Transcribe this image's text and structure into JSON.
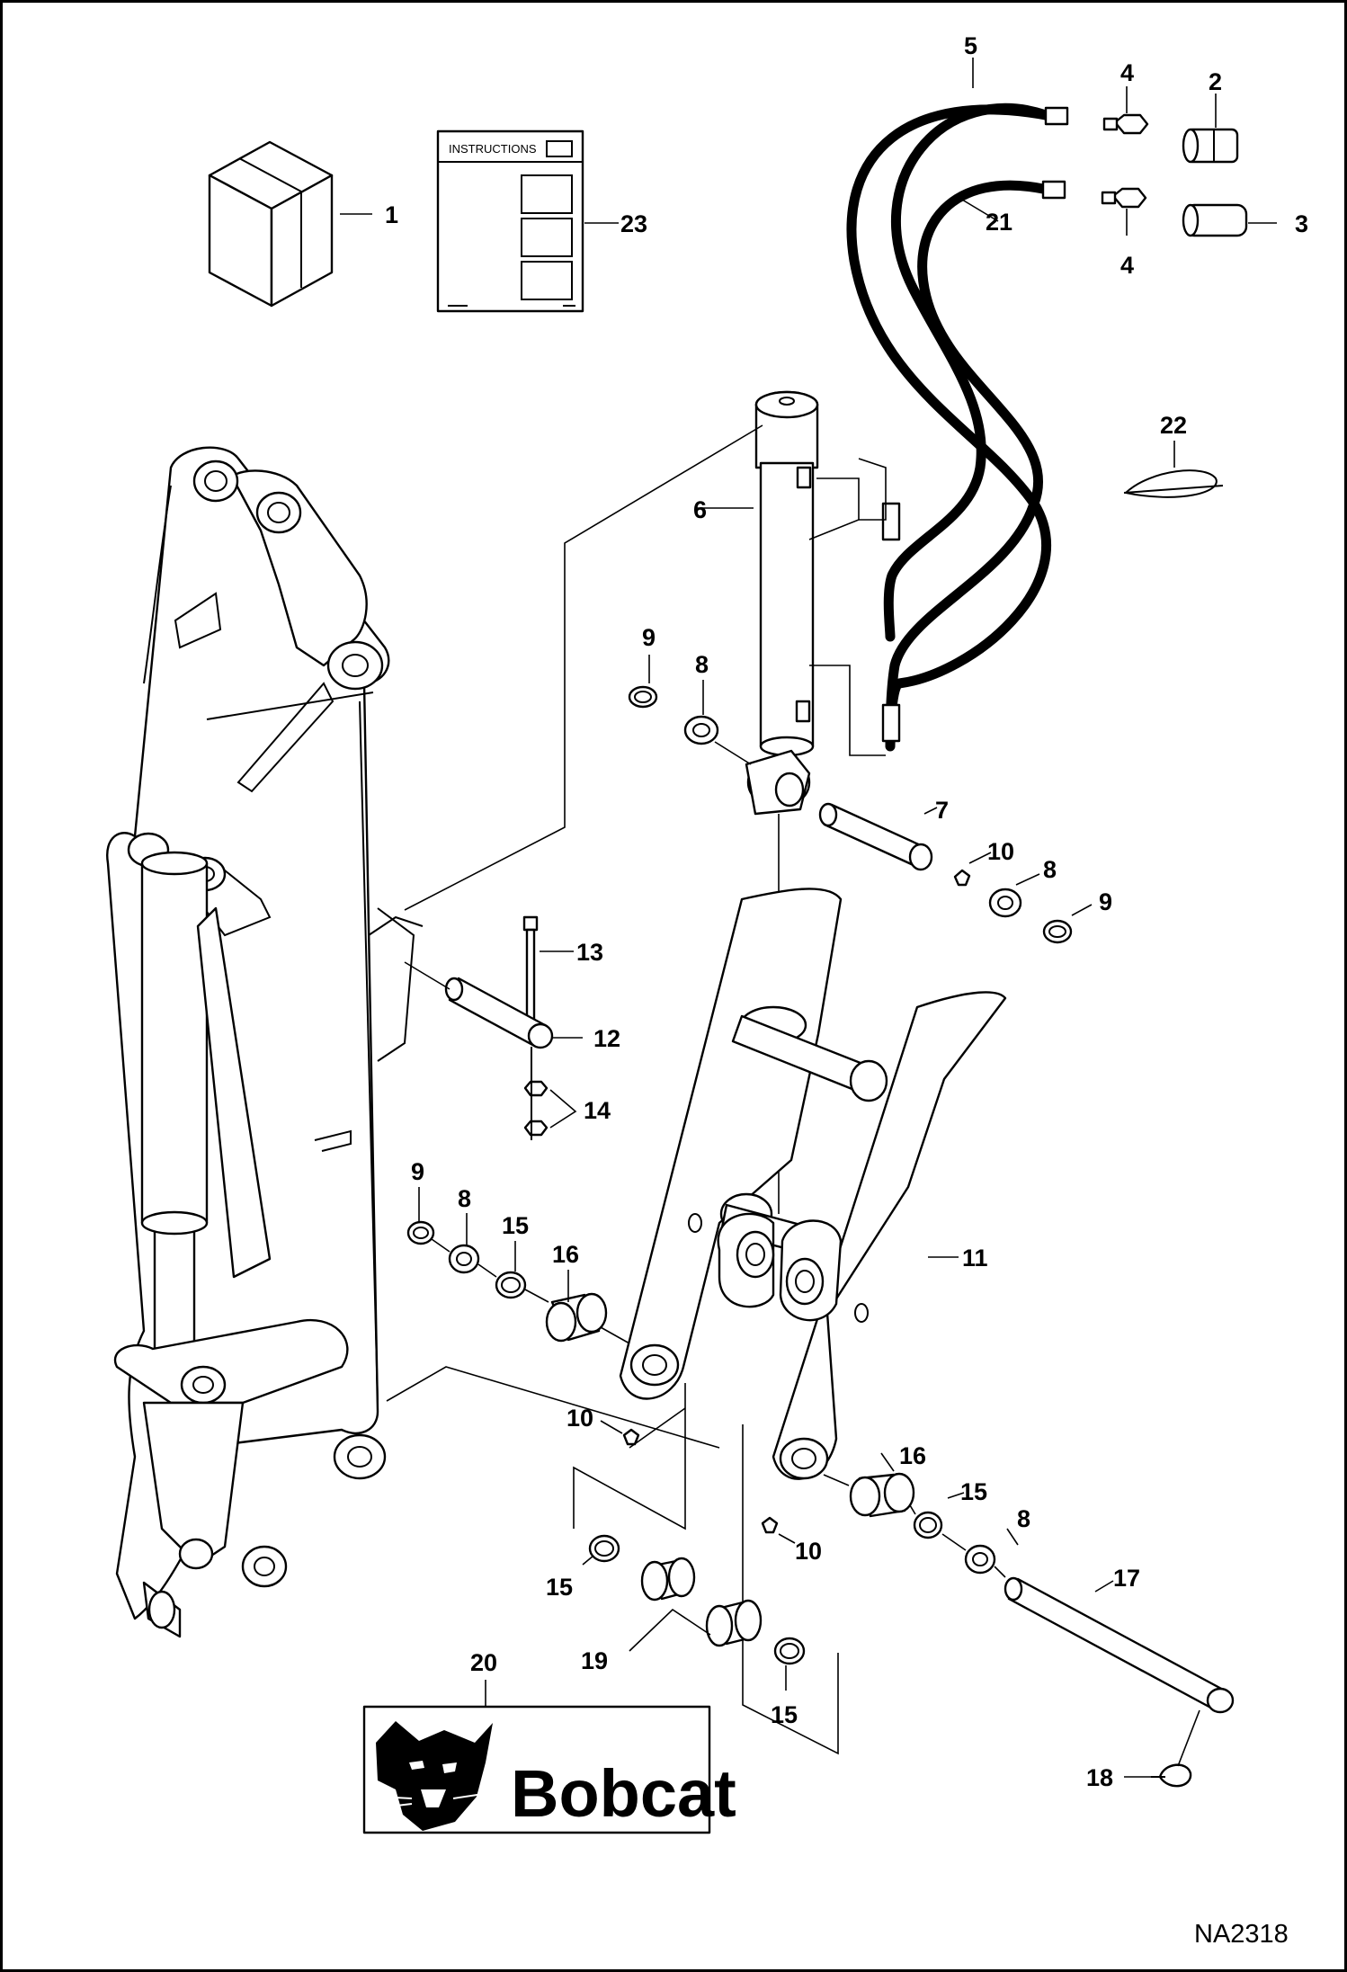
{
  "diagram": {
    "figure_ref": "NA2318",
    "instructions_label": "INSTRUCTIONS",
    "decal_brand": "Bobcat",
    "callouts": [
      {
        "id": "c1",
        "label": "1"
      },
      {
        "id": "c2",
        "label": "2"
      },
      {
        "id": "c3",
        "label": "3"
      },
      {
        "id": "c4a",
        "label": "4"
      },
      {
        "id": "c4b",
        "label": "4"
      },
      {
        "id": "c5",
        "label": "5"
      },
      {
        "id": "c6",
        "label": "6"
      },
      {
        "id": "c7",
        "label": "7"
      },
      {
        "id": "c8a",
        "label": "8"
      },
      {
        "id": "c8b",
        "label": "8"
      },
      {
        "id": "c8c",
        "label": "8"
      },
      {
        "id": "c8d",
        "label": "8"
      },
      {
        "id": "c9a",
        "label": "9"
      },
      {
        "id": "c9b",
        "label": "9"
      },
      {
        "id": "c9c",
        "label": "9"
      },
      {
        "id": "c10a",
        "label": "10"
      },
      {
        "id": "c10b",
        "label": "10"
      },
      {
        "id": "c10c",
        "label": "10"
      },
      {
        "id": "c11",
        "label": "11"
      },
      {
        "id": "c12",
        "label": "12"
      },
      {
        "id": "c13",
        "label": "13"
      },
      {
        "id": "c14",
        "label": "14"
      },
      {
        "id": "c15a",
        "label": "15"
      },
      {
        "id": "c15b",
        "label": "15"
      },
      {
        "id": "c15c",
        "label": "15"
      },
      {
        "id": "c15d",
        "label": "15"
      },
      {
        "id": "c16a",
        "label": "16"
      },
      {
        "id": "c16b",
        "label": "16"
      },
      {
        "id": "c17",
        "label": "17"
      },
      {
        "id": "c18",
        "label": "18"
      },
      {
        "id": "c19",
        "label": "19"
      },
      {
        "id": "c20",
        "label": "20"
      },
      {
        "id": "c21",
        "label": "21"
      },
      {
        "id": "c22",
        "label": "22"
      },
      {
        "id": "c23",
        "label": "23"
      }
    ]
  }
}
